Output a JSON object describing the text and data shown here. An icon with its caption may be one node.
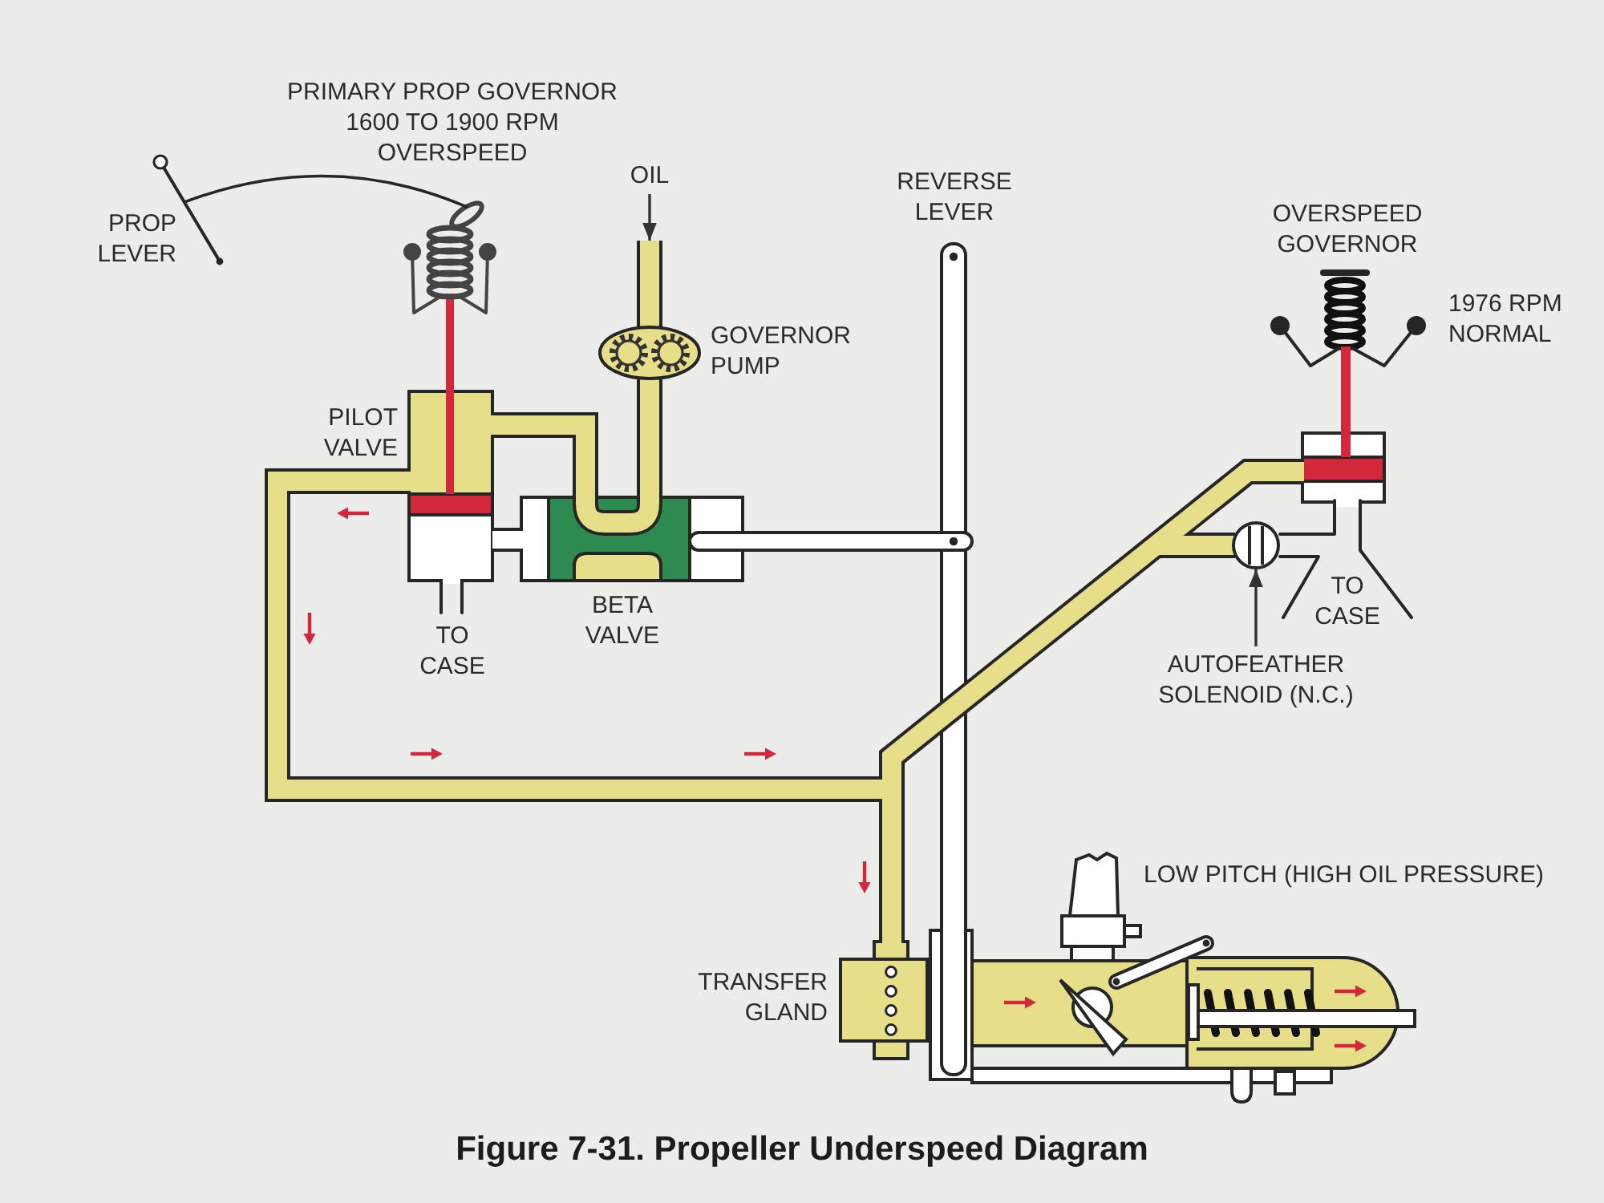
{
  "diagram": {
    "caption": "Figure 7-31. Propeller Underspeed Diagram",
    "nodes": [
      {
        "text": [
          "OIL"
        ]
      },
      {
        "text": [],
        "shape": "circle"
      },
      {
        "text": [
          "AUTOFEATHER SOLENOID (N.C.)"
        ]
      }
    ],
    "edges": [
      {
        "from": 0,
        "to": null,
        "arrow": "to"
      },
      {
        "from": 2,
        "to": 1,
        "arrow": "to"
      }
    ],
    "labels": [
      "PRIMARY PROP GOVERNOR 1600 TO 1900 RPM OVERSPEED",
      "REVERSE LEVER",
      "OVERSPEED GOVERNOR",
      "PROP LEVER",
      "1976 RPM NORMAL",
      "GOVERNOR PUMP",
      "PILOT VALVE",
      "TO CASE",
      "BETA VALVE",
      "TO CASE",
      "LOW PITCH (HIGH OIL PRESSURE)",
      "TRANSFER GLAND"
    ]
  }
}
